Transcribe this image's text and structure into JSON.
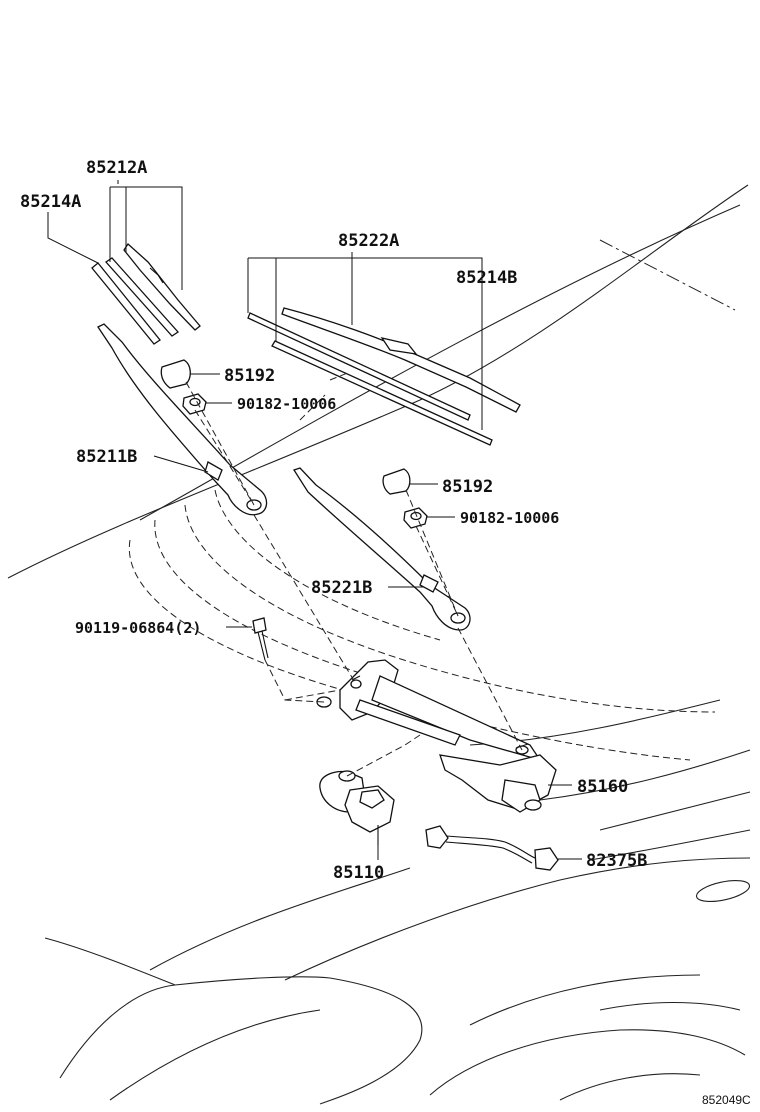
{
  "diagram": {
    "labels": {
      "p85212A": "85212A",
      "p85214A": "85214A",
      "p85222A": "85222A",
      "p85214B": "85214B",
      "p85192a": "85192",
      "p90182a": "90182-10006",
      "p85211B": "85211B",
      "p85192b": "85192",
      "p90182b": "90182-10006",
      "p85221B": "85221B",
      "p90119": "90119-06864(2)",
      "p85160": "85160",
      "p85110": "85110",
      "p82375B": "82375B"
    },
    "reference_code": "852049C"
  }
}
